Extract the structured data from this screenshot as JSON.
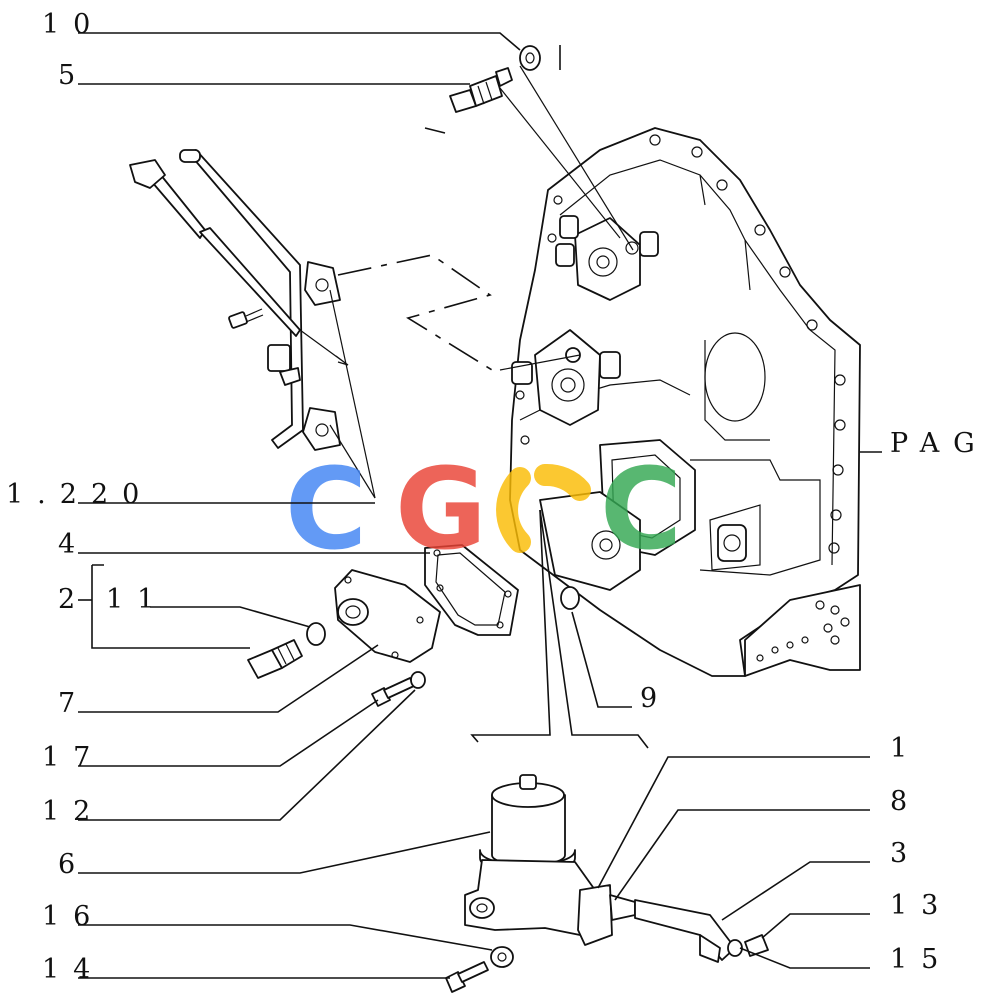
{
  "labels": {
    "l10": "10",
    "l5": "5",
    "l1220": "1.220",
    "l4": "4",
    "l2": "2",
    "l11": "11",
    "l7": "7",
    "l17": "17",
    "l12": "12",
    "l6": "6",
    "l16": "16",
    "l14": "14",
    "l9": "9",
    "l1": "1",
    "l8": "8",
    "l3": "3",
    "l13": "13",
    "l15": "15",
    "pag": "PAG."
  },
  "watermark": {
    "letters": [
      "C",
      "G",
      "C"
    ],
    "colors": [
      "#4285F4",
      "#EA4335",
      "#FBBC05",
      "#34A853"
    ]
  }
}
